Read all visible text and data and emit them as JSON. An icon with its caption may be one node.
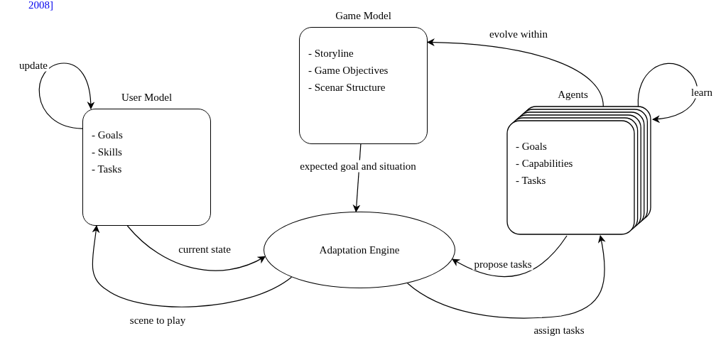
{
  "diagram": {
    "nodes": [
      {
        "text": [
          "Game Model",
          "- Storyline",
          "- Game Objectives",
          "- Scenar Structure"
        ]
      },
      {
        "text": [
          "User Model",
          "- Goals",
          "- Skills",
          "- Tasks"
        ]
      },
      {
        "text": [
          "Agents",
          "- Goals",
          "- Capabilities",
          "- Tasks"
        ]
      },
      {
        "text": [
          "Adaptation Engine"
        ]
      }
    ],
    "edges": [
      {
        "from": 1,
        "to": 1,
        "arrow": "to",
        "label": "update"
      },
      {
        "from": 2,
        "to": 2,
        "arrow": "to",
        "label": "learn"
      },
      {
        "from": 2,
        "to": 0,
        "arrow": "to",
        "label": "evolve within"
      },
      {
        "from": 0,
        "to": 3,
        "arrow": "to",
        "label": "expected goal and situation"
      },
      {
        "from": 1,
        "to": 3,
        "arrow": "to",
        "label": "current state"
      },
      {
        "from": 3,
        "to": 1,
        "arrow": "to",
        "label": "scene to play"
      },
      {
        "from": 2,
        "to": 3,
        "arrow": "to",
        "label": "propose tasks"
      },
      {
        "from": 3,
        "to": 2,
        "arrow": "to",
        "label": "assign tasks"
      }
    ],
    "labels": [
      "2008]"
    ]
  }
}
